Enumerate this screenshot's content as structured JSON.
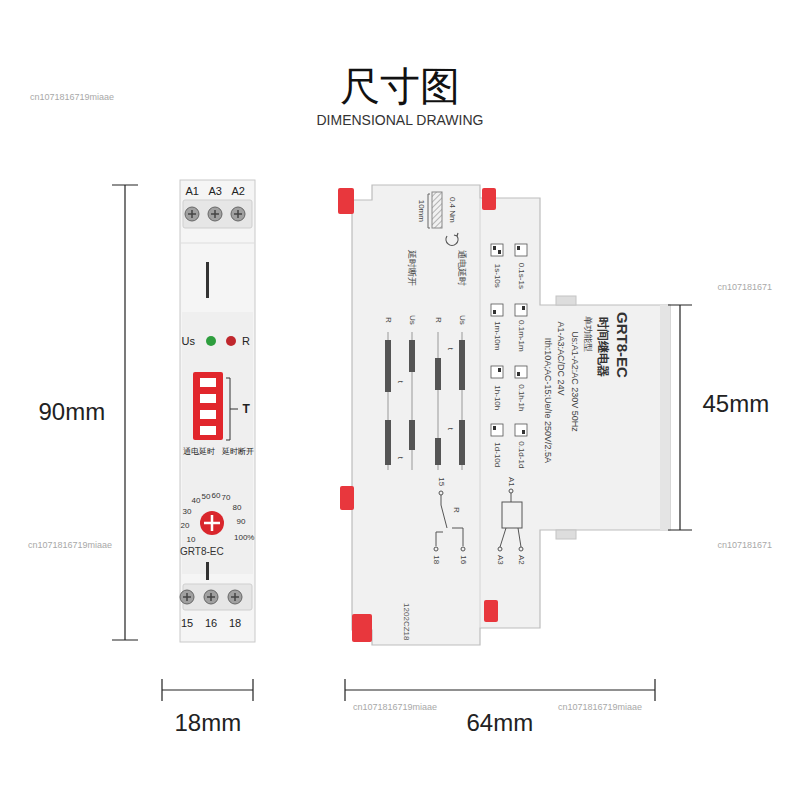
{
  "diagram": {
    "title": "尺寸图",
    "nodes": [
      {
        "text": [
          "A1",
          "A3",
          "A2",
          "Us",
          "R",
          "T",
          "通电延时",
          "延时断开",
          "10",
          "20",
          "30",
          "40",
          "50",
          "60",
          "70",
          "80",
          "90",
          "100%",
          "GRT8-EC",
          "15",
          "16",
          "18"
        ]
      },
      {
        "text": [
          "GRT8-EC",
          "时间继电器",
          "单功能型",
          "Us:A1-A2:AC 230V 50Hz",
          "A1-A3:AC/DC 24V",
          "Ith:10A;AC-15:Ue/Ie 250V/2.5A",
          "0.1s-1s",
          "1s-10s",
          "0.1m-1m",
          "1m-10m",
          "0.1h-1h",
          "1h-10h",
          "0.1d-1d",
          "1d-10d",
          "0.4 Nm",
          "10mm",
          "通电延时",
          "延时断开",
          "Us",
          "R",
          "t",
          "t",
          "Us",
          "R",
          "t",
          "t",
          "15",
          "R",
          "18",
          "16",
          "A1",
          "A3",
          "A2",
          "1202CZ18"
        ]
      }
    ],
    "labels": [
      "DIMENSIONAL DRAWING",
      "90mm",
      "18mm",
      "64mm",
      "45mm",
      "cn1071816719miaae",
      "cn1071816719miaae",
      "cn1071816719miaae",
      "cn1071816719miaae",
      "cn107181671",
      "cn107181671"
    ]
  }
}
